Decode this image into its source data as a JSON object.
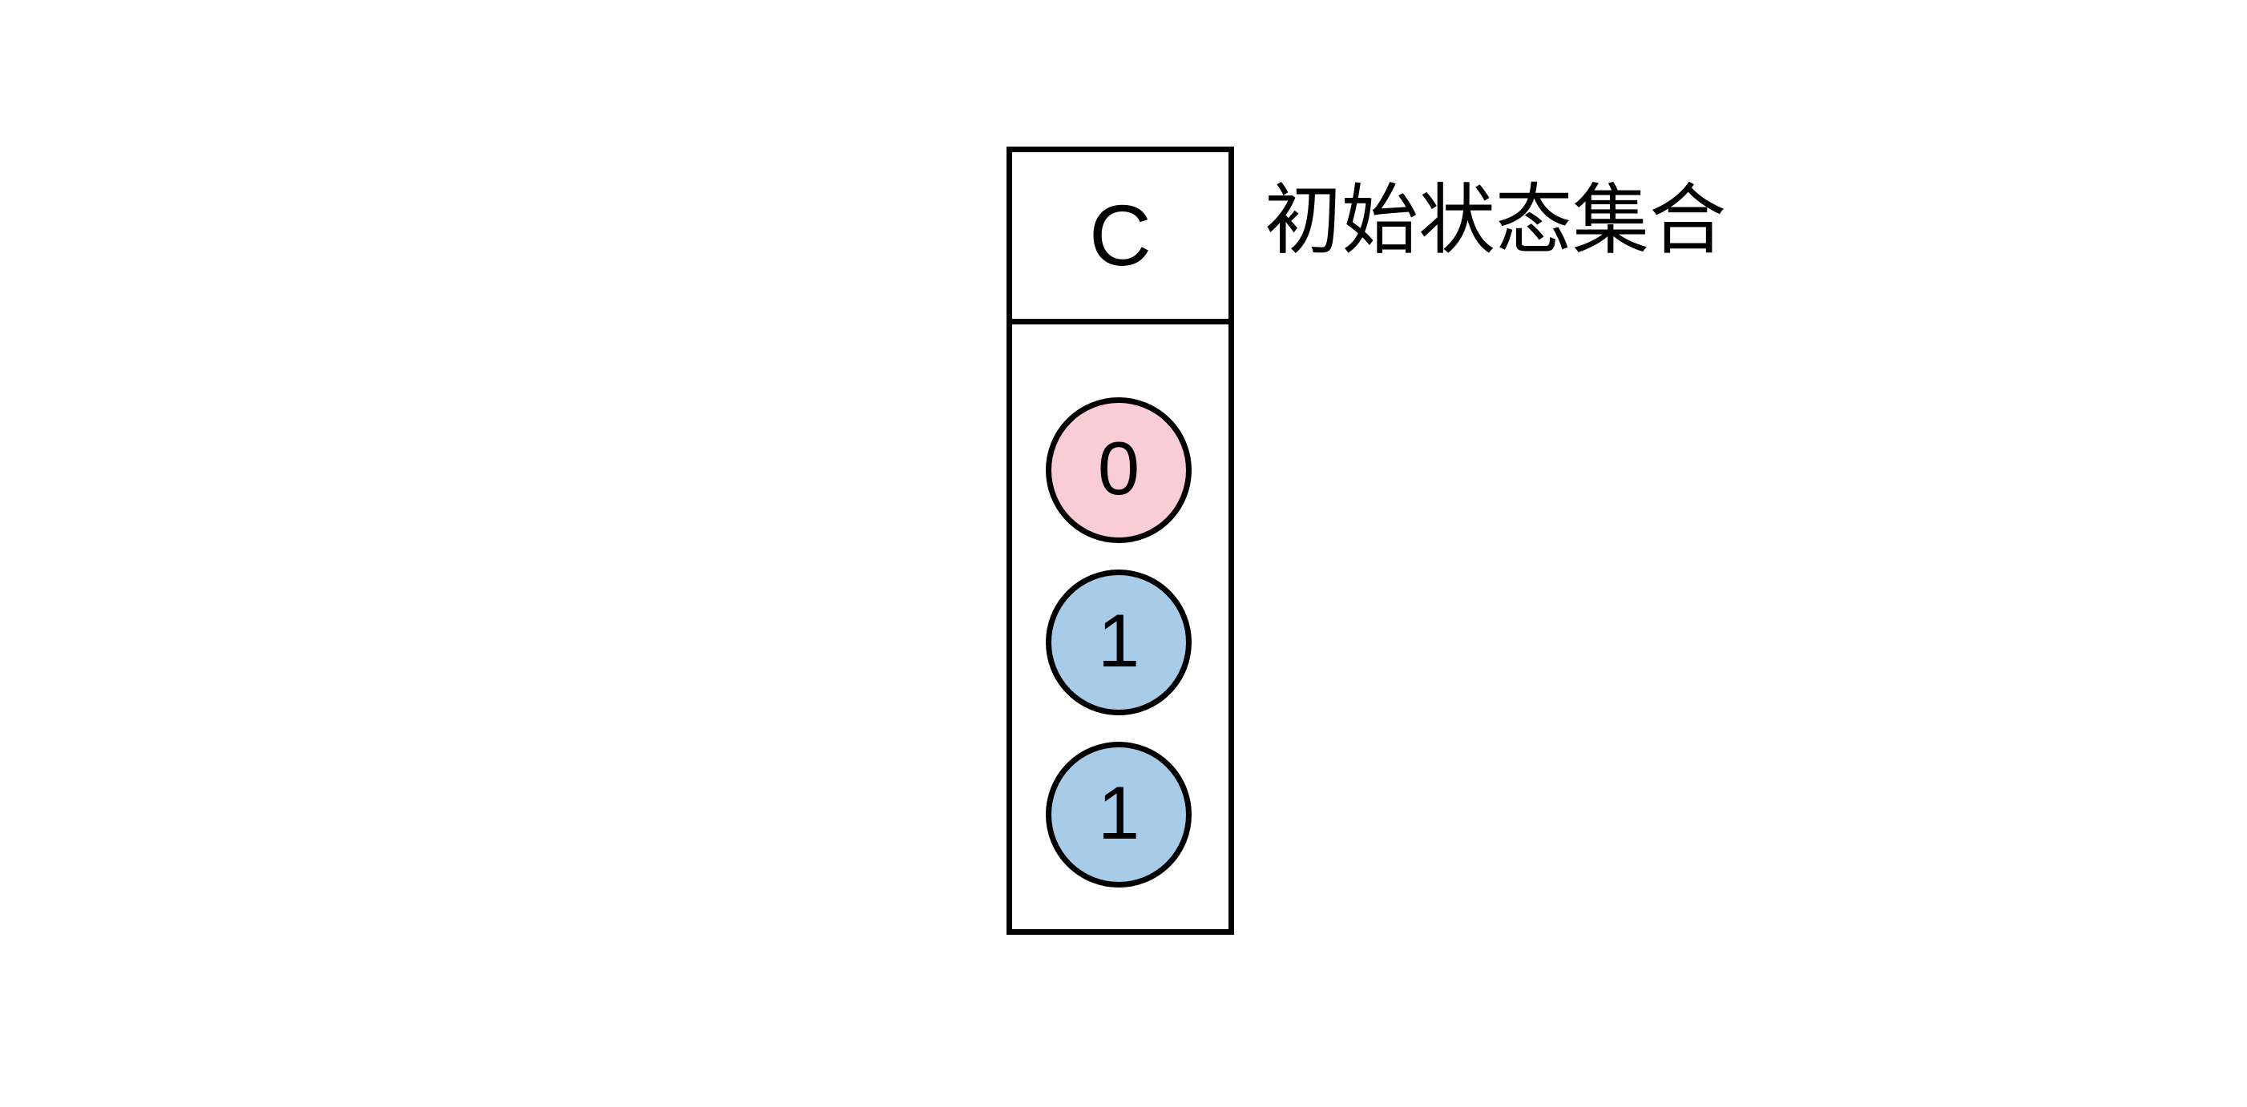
{
  "diagram": {
    "title_text": "初始状态集合",
    "column": {
      "header_label": "C",
      "nodes": [
        {
          "label": "0",
          "fill": "#f8cdd4",
          "stroke": "#000000",
          "role": "highlighted-state"
        },
        {
          "label": "1",
          "fill": "#a8cce8",
          "stroke": "#000000",
          "role": "state"
        },
        {
          "label": "1",
          "fill": "#a8cce8",
          "stroke": "#000000",
          "role": "state"
        }
      ]
    }
  },
  "colors": {
    "background": "#ffffff",
    "outline": "#000000",
    "node_pink": "#f8cdd4",
    "node_blue": "#a8cce8",
    "text": "#000000"
  }
}
